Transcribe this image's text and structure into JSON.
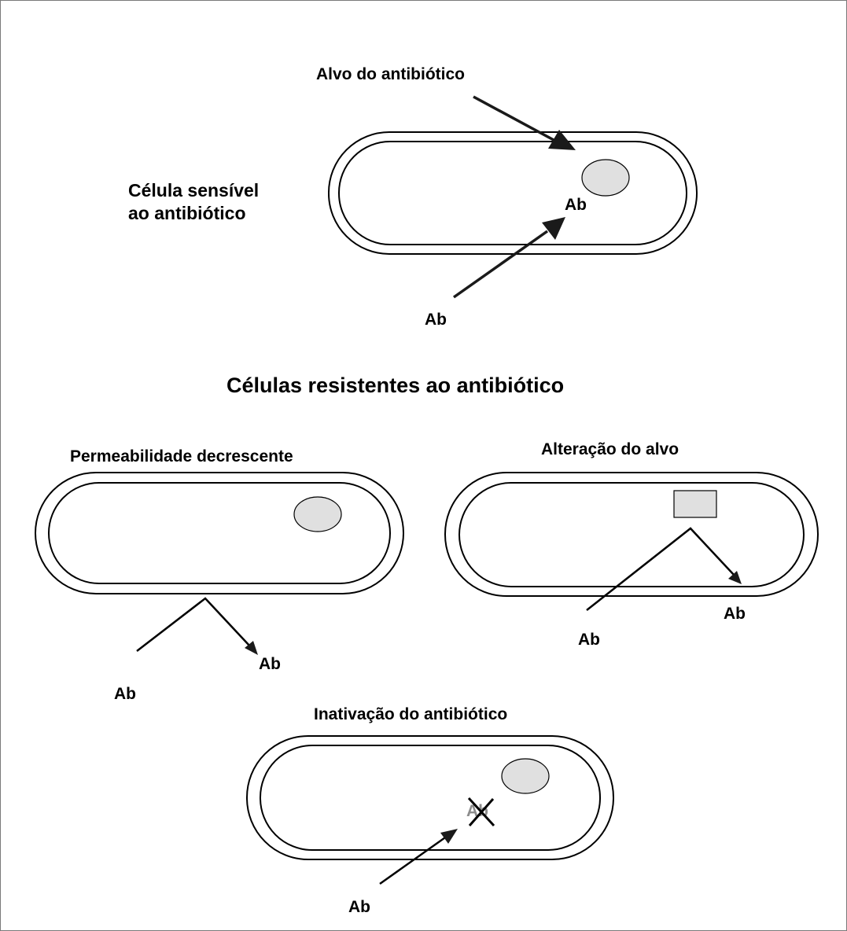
{
  "sensitive": {
    "target_label": "Alvo do antibiótico",
    "cell_label_line1": "Célula sensível",
    "cell_label_line2": "ao antibiótico",
    "ab_inside": "Ab",
    "ab_outside": "Ab"
  },
  "resistant_heading": "Células resistentes ao antibiótico",
  "permeability": {
    "title": "Permeabilidade decrescente",
    "ab_in": "Ab",
    "ab_out": "Ab"
  },
  "target_change": {
    "title": "Alteração do alvo",
    "ab_in": "Ab",
    "ab_out": "Ab"
  },
  "inactivation": {
    "title": "Inativação do antibiótico",
    "ab_inactivated": "Ab",
    "ab_in": "Ab"
  },
  "colors": {
    "target_fill": "#e0e0e0",
    "inactivated_text": "#8c8c8c"
  }
}
